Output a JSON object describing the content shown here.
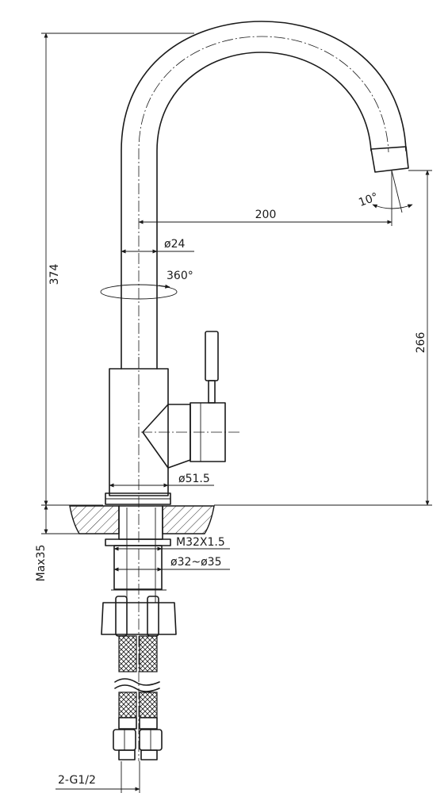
{
  "dimensions": {
    "overall_height": "374",
    "spout_reach": "200",
    "spout_height": "266",
    "spout_diameter": "ø24",
    "rotation": "360°",
    "body_diameter": "ø51.5",
    "thread": "M32X1.5",
    "hole_range": "ø32~ø35",
    "max_thickness": "Max35",
    "outlet_angle": "10°",
    "connection": "2-G1/2"
  },
  "colors": {
    "line": "#1a1a1a",
    "background": "#ffffff"
  }
}
